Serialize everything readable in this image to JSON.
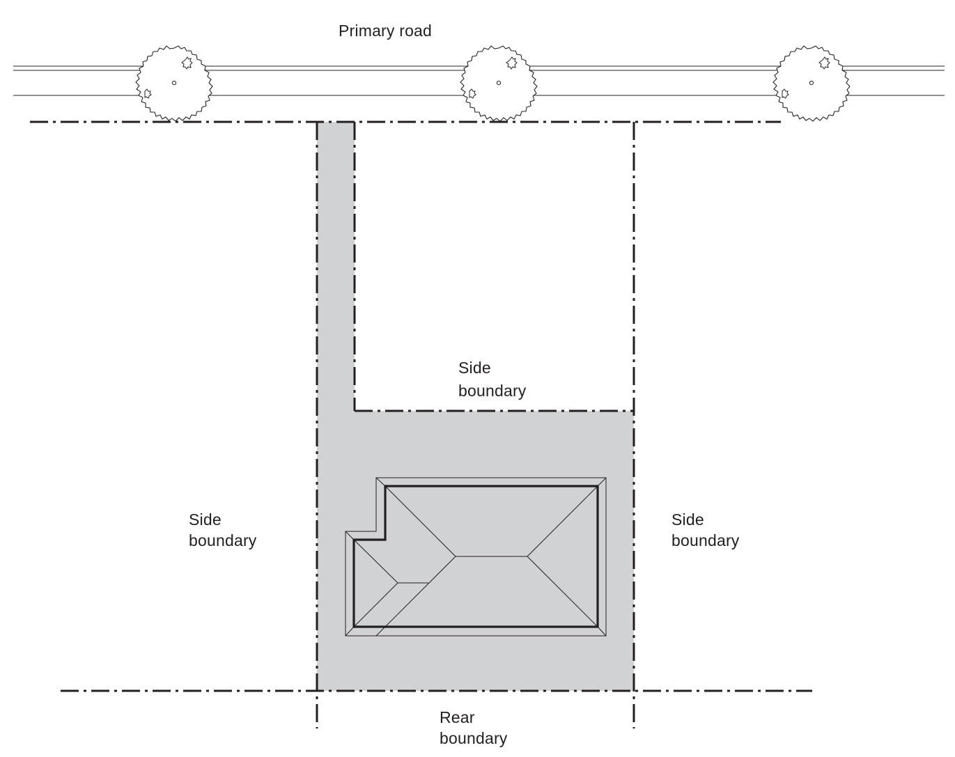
{
  "labels": {
    "primary_road": "Primary road",
    "side_boundary_upper": {
      "line1": "Side",
      "line2": "boundary"
    },
    "side_boundary_left": {
      "line1": "Side",
      "line2": "boundary"
    },
    "side_boundary_right": {
      "line1": "Side",
      "line2": "boundary"
    },
    "rear_boundary": {
      "line1": "Rear",
      "line2": "boundary"
    }
  },
  "colors": {
    "line": "#231f20",
    "lot_fill": "#d1d2d4",
    "background": "#ffffff"
  },
  "icons": [
    "tree-icon",
    "tree-icon",
    "tree-icon"
  ]
}
